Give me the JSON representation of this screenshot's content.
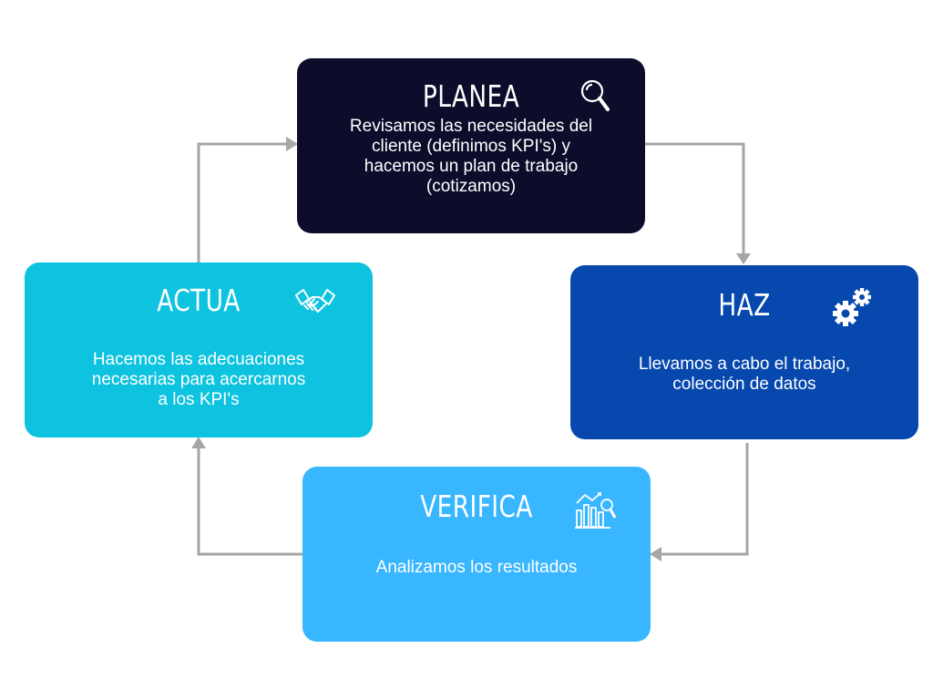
{
  "steps": {
    "planea": {
      "title": "PLANEA",
      "description": "Revisamos las necesidades del\ncliente (definimos KPI's) y\nhacemos un plan de trabajo\n(cotizamos)",
      "icon": "magnifier-icon",
      "color": "#0d0c2b"
    },
    "haz": {
      "title": "HAZ",
      "description": "Llevamos a cabo el trabajo,\ncolección de datos",
      "icon": "gears-icon",
      "color": "#0648ad"
    },
    "verifica": {
      "title": "VERIFICA",
      "description": "Analizamos los resultados",
      "icon": "chart-magnifier-icon",
      "color": "#38b6ff"
    },
    "actua": {
      "title": "ACTUA",
      "description": "Hacemos las adecuaciones\nnecesarias para acercarnos\na los KPI's",
      "icon": "handshake-icon",
      "color": "#0dc3e0"
    }
  },
  "connector_color": "#a6a6a6"
}
